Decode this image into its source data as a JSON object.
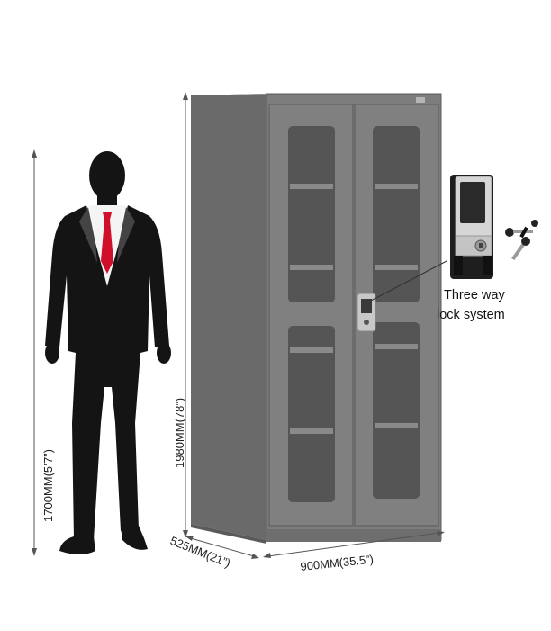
{
  "dimensions": {
    "person_height": "1700MM(5’7”)",
    "cabinet_height": "1980MM(78”)",
    "cabinet_depth": "525MM(21”)",
    "cabinet_width": "900MM(35.5”)"
  },
  "callout": {
    "line1": "Three way",
    "line2": "lock system"
  },
  "colors": {
    "cabinet_front": "#7d7d7d",
    "cabinet_side": "#6a6a6a",
    "glass": "#555555",
    "suit": "#141414",
    "tie": "#d0102a"
  }
}
